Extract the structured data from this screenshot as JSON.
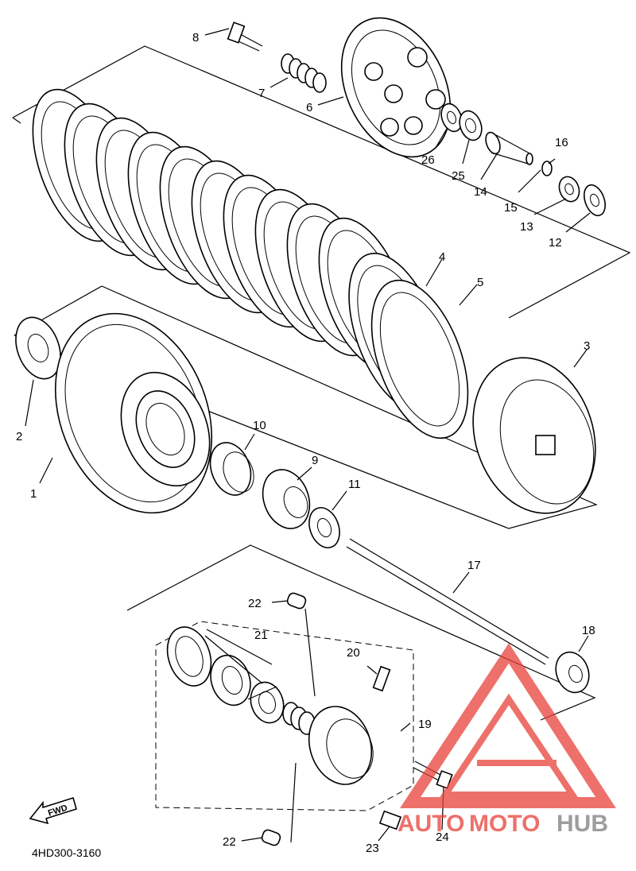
{
  "diagram": {
    "catalog_code": "4HD300-3160",
    "fwd_label": "FWD",
    "callouts": [
      "1",
      "2",
      "3",
      "4",
      "5",
      "6",
      "7",
      "8",
      "9",
      "10",
      "11",
      "12",
      "13",
      "14",
      "15",
      "16",
      "17",
      "18",
      "19",
      "20",
      "21",
      "22",
      "22",
      "23",
      "24",
      "25",
      "26"
    ]
  },
  "watermark": {
    "brand_part1": "AUTO",
    "brand_part2": "MOTO",
    "brand_part3": "HUB",
    "colors": {
      "red": "#e8413a",
      "gray": "#7d7d7d"
    }
  }
}
